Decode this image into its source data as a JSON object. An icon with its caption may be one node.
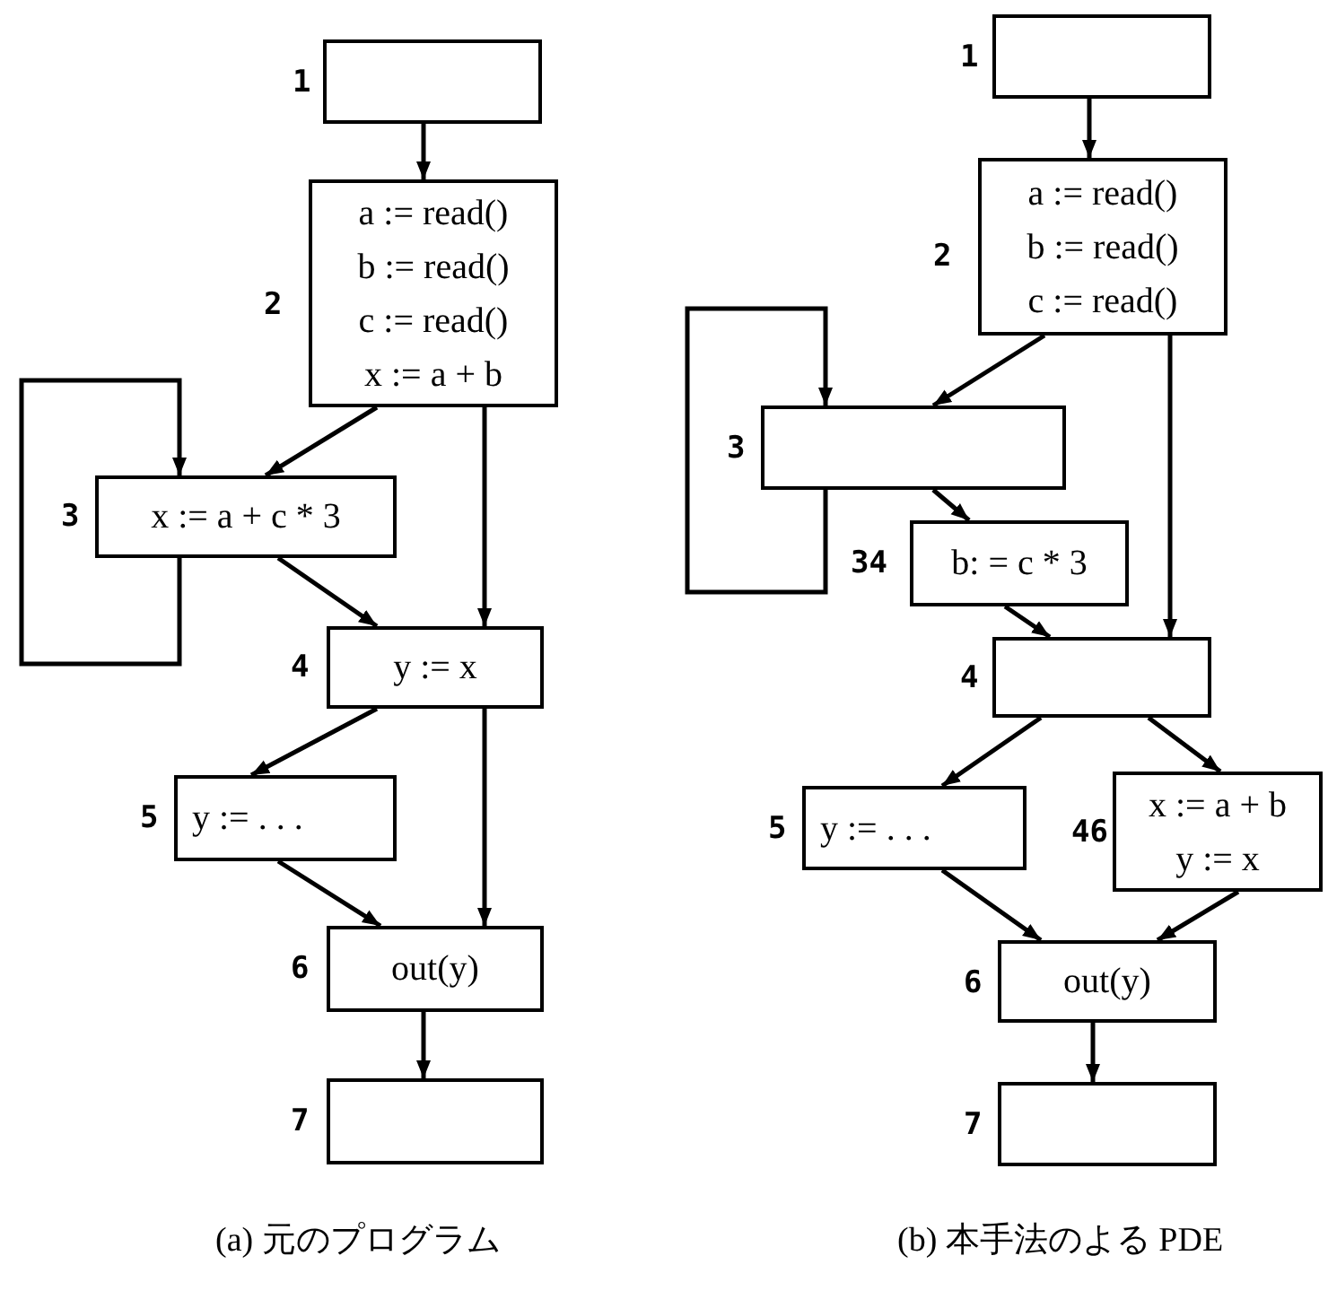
{
  "diagram": {
    "nodes": [
      {
        "text": [],
        "shape": "box",
        "beside": [
          "1"
        ]
      },
      {
        "text": [
          "a := read()",
          "b := read()",
          "c := read()",
          "x := a + b"
        ],
        "beside": [
          "2"
        ]
      },
      {
        "text": [
          "x := a + c * 3"
        ],
        "beside": [
          "3"
        ]
      },
      {
        "text": [
          "y := x"
        ],
        "beside": [
          "4"
        ]
      },
      {
        "text": [
          "y := . . ."
        ],
        "beside": [
          "5"
        ]
      },
      {
        "text": [
          "out(y)"
        ],
        "beside": [
          "6"
        ]
      },
      {
        "text": [],
        "shape": "box",
        "beside": [
          "7"
        ]
      },
      {
        "text": [],
        "shape": "box",
        "beside": [
          "1"
        ]
      },
      {
        "text": [
          "a := read()",
          "b := read()",
          "c := read()"
        ],
        "beside": [
          "2"
        ]
      },
      {
        "text": [],
        "shape": "box",
        "beside": [
          "3"
        ]
      },
      {
        "text": [
          "b: = c * 3"
        ],
        "beside": [
          "34"
        ]
      },
      {
        "text": [],
        "shape": "box",
        "beside": [
          "4"
        ]
      },
      {
        "text": [
          "y := . . ."
        ],
        "beside": [
          "5"
        ]
      },
      {
        "text": [
          "x := a + b",
          "y := x"
        ],
        "beside": [
          "46"
        ]
      },
      {
        "text": [
          "out(y)"
        ],
        "beside": [
          "6"
        ]
      },
      {
        "text": [],
        "shape": "box",
        "beside": [
          "7"
        ]
      }
    ],
    "edges": [
      {
        "from": 0,
        "to": 1,
        "arrow": "to"
      },
      {
        "from": 1,
        "to": 2,
        "arrow": "to"
      },
      {
        "from": 1,
        "to": 3,
        "arrow": "to"
      },
      {
        "from": 2,
        "to": 2,
        "arrow": "to"
      },
      {
        "from": 2,
        "to": 3,
        "arrow": "to"
      },
      {
        "from": 3,
        "to": 4,
        "arrow": "to"
      },
      {
        "from": 3,
        "to": 5,
        "arrow": "to"
      },
      {
        "from": 4,
        "to": 5,
        "arrow": "to"
      },
      {
        "from": 5,
        "to": 6,
        "arrow": "to"
      },
      {
        "from": 7,
        "to": 8,
        "arrow": "to"
      },
      {
        "from": 8,
        "to": 9,
        "arrow": "to"
      },
      {
        "from": 8,
        "to": 11,
        "arrow": "to"
      },
      {
        "from": 9,
        "to": 9,
        "arrow": "to"
      },
      {
        "from": 9,
        "to": 10,
        "arrow": "to"
      },
      {
        "from": 10,
        "to": 11,
        "arrow": "to"
      },
      {
        "from": 11,
        "to": 12,
        "arrow": "to"
      },
      {
        "from": 11,
        "to": 13,
        "arrow": "to"
      },
      {
        "from": 12,
        "to": 14,
        "arrow": "to"
      },
      {
        "from": 13,
        "to": 14,
        "arrow": "to"
      },
      {
        "from": 14,
        "to": 15,
        "arrow": "to"
      }
    ],
    "labels": [
      "(a) 元のプログラム",
      "(b) 本手法のよる PDE"
    ]
  }
}
